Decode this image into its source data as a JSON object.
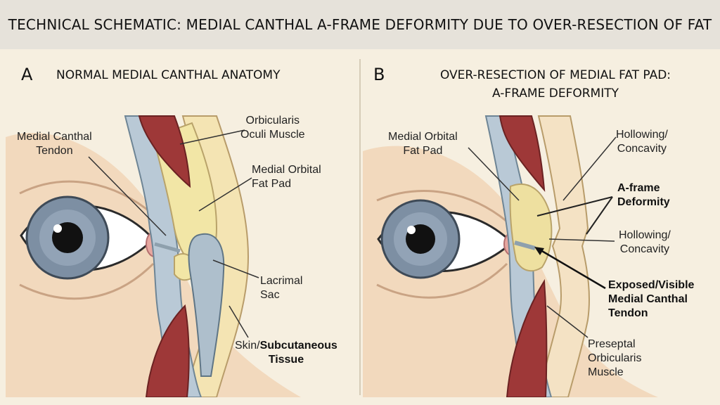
{
  "header": {
    "title": "TECHNICAL SCHEMATIC: MEDIAL CANTHAL A-FRAME DEFORMITY DUE TO OVER-RESECTION OF FAT"
  },
  "panel_a": {
    "letter": "A",
    "title": "NORMAL MEDIAL CANTHAL ANATOMY",
    "labels": {
      "medial_canthal_tendon": [
        "Medial Canthal",
        "Tendon"
      ],
      "orbicularis_oculi": [
        "Orbicularis",
        "Oculi Muscle"
      ],
      "medial_orbital_fat_pad": [
        "Medial Orbital",
        "Fat Pad"
      ],
      "lacrimal_sac": [
        "Lacrimal",
        "Sac"
      ],
      "skin_prefix": "Skin/",
      "skin_bold": "Subcutaneous",
      "skin_bold_2": "Tissue"
    }
  },
  "panel_b": {
    "letter": "B",
    "title_lines": [
      "OVER-RESECTION OF MEDIAL FAT PAD:",
      "A-FRAME DEFORMITY"
    ],
    "labels": {
      "medial_orbital_fat_pad": [
        "Medial Orbital",
        "Fat Pad"
      ],
      "hollowing_top": [
        "Hollowing/",
        "Concavity"
      ],
      "a_frame": [
        "A-frame",
        "Deformity"
      ],
      "hollowing_mid": [
        "Hollowing/",
        "Concavity"
      ],
      "exposed_tendon": [
        "Exposed/Visible",
        "Medial Canthal",
        "Tendon"
      ],
      "preseptal": [
        "Preseptal",
        "Orbicularis",
        "Muscle"
      ]
    }
  },
  "colors": {
    "background": "#f6efe0",
    "header": "#e6e2da",
    "skin": "#f4dcc0",
    "muscle": "#9e3838",
    "fat": "#f2e6a6",
    "membrane": "#aebfcc",
    "iris": "#7d8fa3"
  }
}
